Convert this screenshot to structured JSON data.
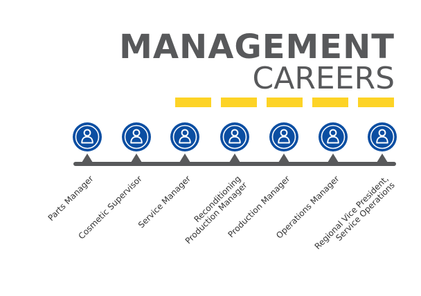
{
  "title": {
    "line1": "MANAGEMENT",
    "line2": "CAREERS"
  },
  "colors": {
    "title_gray": "#58595b",
    "accent_yellow": "#fdd326",
    "node_blue": "#0b4ea2",
    "timeline_gray": "#58595b"
  },
  "node_icon": "person-icon",
  "careers": [
    {
      "lines": [
        "Parts Manager"
      ]
    },
    {
      "lines": [
        "Cosmetic Supervisor"
      ]
    },
    {
      "lines": [
        "Service Manager"
      ]
    },
    {
      "lines": [
        "Reconditioning",
        "Production Manager"
      ]
    },
    {
      "lines": [
        "Production Manager"
      ]
    },
    {
      "lines": [
        "Operations Manager"
      ]
    },
    {
      "lines": [
        "Regional Vice President,",
        "Service Operations"
      ]
    }
  ]
}
